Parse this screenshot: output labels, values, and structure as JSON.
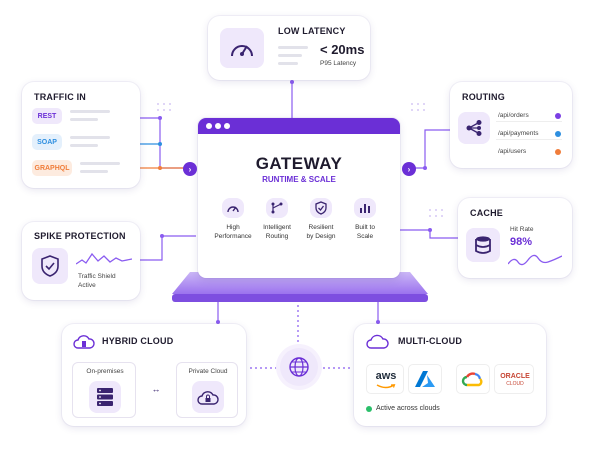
{
  "latency": {
    "title": "LOW LATENCY",
    "value": "< 20ms",
    "caption": "P95 Latency"
  },
  "traffic": {
    "title": "TRAFFIC IN",
    "items": [
      "REST",
      "SOAP",
      "GRAPHQL"
    ]
  },
  "routing": {
    "title": "ROUTING",
    "routes": [
      "/api/orders",
      "/api/payments",
      "/api/users"
    ],
    "colors": [
      "#7b3fe4",
      "#2e8fe0",
      "#f07d3a"
    ]
  },
  "gateway": {
    "title": "GATEWAY",
    "subtitle": "RUNTIME & SCALE",
    "features": [
      {
        "l1": "High",
        "l2": "Performance",
        "icon": "gauge-icon"
      },
      {
        "l1": "Intelligent",
        "l2": "Routing",
        "icon": "routing-icon"
      },
      {
        "l1": "Resilient",
        "l2": "by Design",
        "icon": "shield-check-icon"
      },
      {
        "l1": "Built to",
        "l2": "Scale",
        "icon": "bar-chart-icon"
      }
    ]
  },
  "spike": {
    "title": "SPIKE PROTECTION",
    "caption1": "Traffic Shield",
    "caption2": "Active"
  },
  "cache": {
    "title": "CACHE",
    "label": "Hit Rate",
    "value": "98%"
  },
  "hybrid": {
    "title": "HYBRID CLOUD",
    "onprem": "On-premises",
    "private": "Private Cloud"
  },
  "multi": {
    "title": "MULTI-CLOUD",
    "status": "Active across clouds",
    "logos": {
      "aws": "aws",
      "oracle1": "ORACLE",
      "oracle2": "CLOUD"
    }
  },
  "colors": {
    "accent": "#6b2fd6",
    "status": "#2bbf6a"
  }
}
